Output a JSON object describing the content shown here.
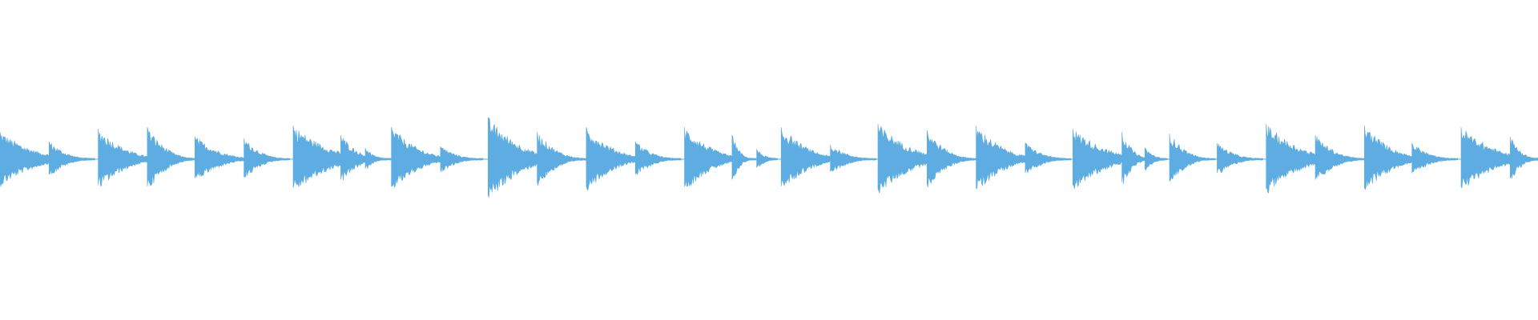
{
  "waveform": {
    "color": "#5dade2",
    "background": "#ffffff",
    "hits": [
      {
        "t": 0.0,
        "a": 0.34,
        "d": 0.06
      },
      {
        "t": 0.032,
        "a": 0.22,
        "d": 0.03
      },
      {
        "t": 0.064,
        "a": 0.38,
        "d": 0.05
      },
      {
        "t": 0.096,
        "a": 0.4,
        "d": 0.035
      },
      {
        "t": 0.127,
        "a": 0.28,
        "d": 0.045
      },
      {
        "t": 0.159,
        "a": 0.26,
        "d": 0.03
      },
      {
        "t": 0.191,
        "a": 0.42,
        "d": 0.065
      },
      {
        "t": 0.222,
        "a": 0.3,
        "d": 0.03
      },
      {
        "t": 0.238,
        "a": 0.14,
        "d": 0.015
      },
      {
        "t": 0.255,
        "a": 0.4,
        "d": 0.05
      },
      {
        "t": 0.287,
        "a": 0.16,
        "d": 0.028
      },
      {
        "t": 0.318,
        "a": 0.52,
        "d": 0.06
      },
      {
        "t": 0.35,
        "a": 0.34,
        "d": 0.035
      },
      {
        "t": 0.382,
        "a": 0.4,
        "d": 0.05
      },
      {
        "t": 0.414,
        "a": 0.22,
        "d": 0.03
      },
      {
        "t": 0.446,
        "a": 0.4,
        "d": 0.05
      },
      {
        "t": 0.477,
        "a": 0.3,
        "d": 0.014
      },
      {
        "t": 0.493,
        "a": 0.12,
        "d": 0.014
      },
      {
        "t": 0.509,
        "a": 0.4,
        "d": 0.05
      },
      {
        "t": 0.541,
        "a": 0.18,
        "d": 0.03
      },
      {
        "t": 0.572,
        "a": 0.44,
        "d": 0.06
      },
      {
        "t": 0.604,
        "a": 0.36,
        "d": 0.035
      },
      {
        "t": 0.636,
        "a": 0.42,
        "d": 0.05
      },
      {
        "t": 0.668,
        "a": 0.2,
        "d": 0.03
      },
      {
        "t": 0.699,
        "a": 0.38,
        "d": 0.06
      },
      {
        "t": 0.731,
        "a": 0.34,
        "d": 0.02
      },
      {
        "t": 0.746,
        "a": 0.14,
        "d": 0.015
      },
      {
        "t": 0.762,
        "a": 0.32,
        "d": 0.03
      },
      {
        "t": 0.793,
        "a": 0.2,
        "d": 0.03
      },
      {
        "t": 0.825,
        "a": 0.44,
        "d": 0.06
      },
      {
        "t": 0.857,
        "a": 0.3,
        "d": 0.035
      },
      {
        "t": 0.889,
        "a": 0.42,
        "d": 0.05
      },
      {
        "t": 0.92,
        "a": 0.2,
        "d": 0.03
      },
      {
        "t": 0.952,
        "a": 0.4,
        "d": 0.06
      },
      {
        "t": 0.984,
        "a": 0.28,
        "d": 0.02
      }
    ]
  }
}
